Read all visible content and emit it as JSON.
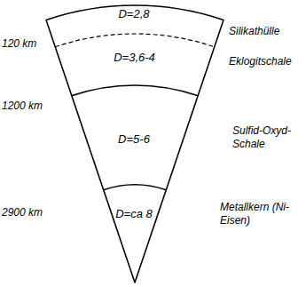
{
  "diagram": {
    "nodes": [
      {
        "text": [
          "D=2,8",
          "Silikathülle"
        ]
      },
      {
        "text": [
          "D=3,6-4",
          "Eklogitschale"
        ]
      },
      {
        "text": [
          "D=5-6",
          "Sulfid-Oxyd-Schale"
        ]
      },
      {
        "text": [
          "D=ca 8",
          "Metallkern (Ni-Eisen)"
        ]
      }
    ],
    "labels": [
      "120 km",
      "1200 km",
      "2900 km"
    ]
  }
}
